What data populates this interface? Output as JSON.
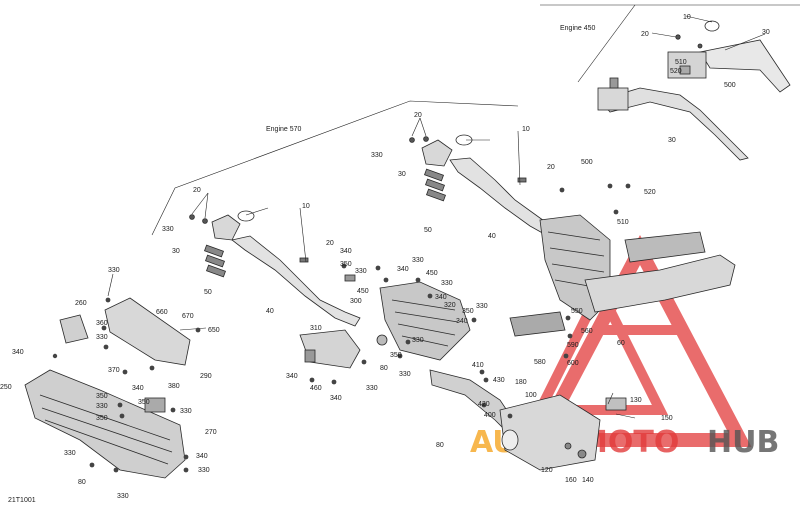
{
  "engine_labels": {
    "engine_570": "Engine 570",
    "engine_450": "Engine 450"
  },
  "figure_code": "21T1001",
  "watermark": {
    "part1": "AUTO",
    "part2": "MOTO",
    "part3": "HUB",
    "color_orange": "#f6a623",
    "color_red": "#e23b3b",
    "color_dark": "#555555"
  },
  "callouts": [
    "10",
    "20",
    "30",
    "40",
    "50",
    "60",
    "80",
    "100",
    "120",
    "130",
    "140",
    "150",
    "160",
    "180",
    "250",
    "260",
    "270",
    "290",
    "300",
    "310",
    "320",
    "330",
    "340",
    "350",
    "360",
    "370",
    "380",
    "400",
    "410",
    "420",
    "430",
    "450",
    "460",
    "500",
    "510",
    "520",
    "550",
    "560",
    "580",
    "590",
    "600",
    "650",
    "660",
    "670"
  ],
  "labels": {
    "l10a": "10",
    "l10b": "10",
    "l10c": "10",
    "l20a": "20",
    "l20b": "20",
    "l20c": "20",
    "l20d": "20",
    "l20e": "20",
    "l30a": "30",
    "l30b": "30",
    "l30c": "30",
    "l30d": "30",
    "l40a": "40",
    "l40b": "40",
    "l50a": "50",
    "l50b": "50",
    "l60": "60",
    "l80a": "80",
    "l80b": "80",
    "l80c": "80",
    "l100": "100",
    "l120": "120",
    "l130": "130",
    "l140": "140",
    "l150": "150",
    "l160": "160",
    "l180": "180",
    "l250": "250",
    "l260": "260",
    "l270": "270",
    "l290": "290",
    "l300": "300",
    "l310": "310",
    "l320": "320",
    "l330a": "330",
    "l330b": "330",
    "l330c": "330",
    "l330d": "330",
    "l330e": "330",
    "l330f": "330",
    "l330g": "330",
    "l330h": "330",
    "l330i": "330",
    "l330j": "330",
    "l330k": "330",
    "l330l": "330",
    "l330m": "330",
    "l330n": "330",
    "l330o": "330",
    "l340a": "340",
    "l340b": "340",
    "l340c": "340",
    "l340d": "340",
    "l340e": "340",
    "l340f": "340",
    "l340g": "340",
    "l340h": "340",
    "l340i": "340",
    "l350a": "350",
    "l350b": "350",
    "l350c": "350",
    "l350d": "350",
    "l350e": "350",
    "l350f": "350",
    "l360": "360",
    "l370": "370",
    "l380": "380",
    "l400": "400",
    "l410": "410",
    "l420": "420",
    "l430": "430",
    "l450a": "450",
    "l450b": "450",
    "l460": "460",
    "l500a": "500",
    "l500b": "500",
    "l510a": "510",
    "l510b": "510",
    "l520a": "520",
    "l520b": "520",
    "l550": "550",
    "l560": "560",
    "l580": "580",
    "l590": "590",
    "l600": "600",
    "l650": "650",
    "l660": "660",
    "l670": "670"
  }
}
